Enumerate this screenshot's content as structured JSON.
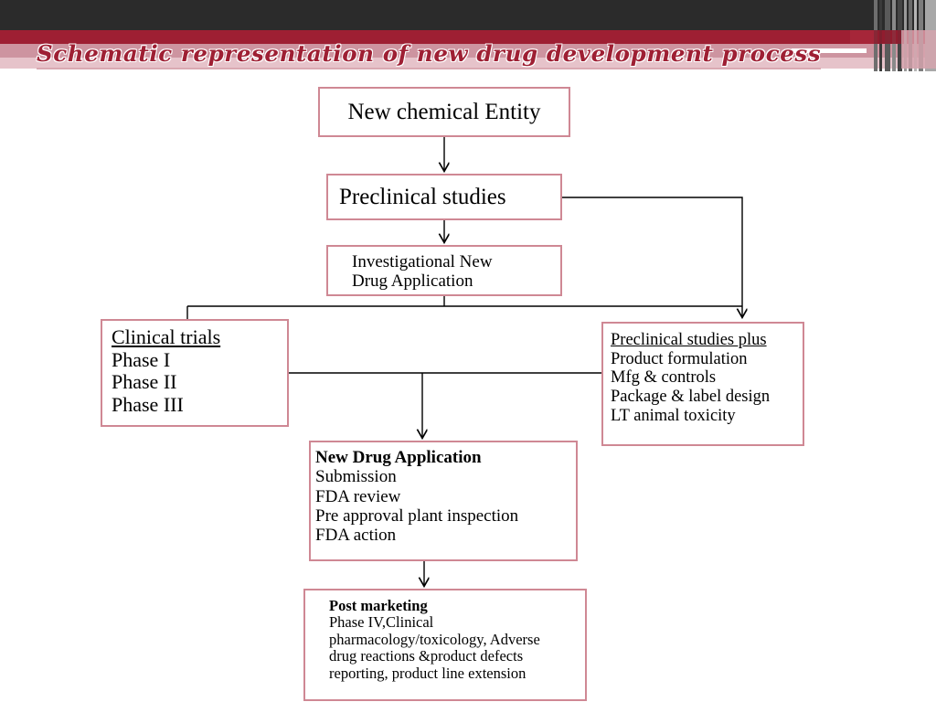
{
  "slide": {
    "title": "Schematic representation of new drug development process",
    "background_color": "#ffffff"
  },
  "theme": {
    "band_dark": "#2b2b2b",
    "band_maroon": "#9e1f33",
    "band_pink": "#cd94a0",
    "band_pink_light": "#e6c3ca",
    "title_color": "#9e1f33",
    "box_border": "#cf8894",
    "connector_color": "#000000"
  },
  "diagram": {
    "type": "flowchart",
    "nodes": [
      {
        "id": "new-chemical-entity",
        "title": "New chemical Entity",
        "title_style": "plain",
        "lines": []
      },
      {
        "id": "preclinical-studies",
        "title": "Preclinical studies",
        "title_style": "plain",
        "lines": []
      },
      {
        "id": "investigational-new-drug-application",
        "title": "Investigational New",
        "title_style": "plain",
        "lines": [
          "Drug Application"
        ]
      },
      {
        "id": "clinical-trials",
        "title": "Clinical trials",
        "title_style": "underline",
        "lines": [
          "Phase I",
          "Phase II",
          "Phase III"
        ]
      },
      {
        "id": "preclinical-studies-plus",
        "title": "Preclinical studies plus",
        "title_style": "underline",
        "lines": [
          "Product formulation",
          "Mfg & controls",
          "Package & label design",
          "LT animal toxicity"
        ]
      },
      {
        "id": "new-drug-application",
        "title": "New Drug Application",
        "title_style": "bold",
        "lines": [
          "Submission",
          "FDA review",
          "Pre approval plant inspection",
          "FDA action"
        ]
      },
      {
        "id": "post-marketing",
        "title": "Post marketing",
        "title_style": "bold",
        "lines": [
          "Phase IV,Clinical",
          "pharmacology/toxicology, Adverse",
          "drug reactions &product defects",
          "reporting, product line extension"
        ]
      }
    ],
    "edges": [
      {
        "from": "new-chemical-entity",
        "to": "preclinical-studies",
        "arrow": true
      },
      {
        "from": "preclinical-studies",
        "to": "investigational-new-drug-application",
        "arrow": true
      },
      {
        "from": "preclinical-studies",
        "to": "preclinical-studies-plus",
        "arrow": true
      },
      {
        "from": "investigational-new-drug-application",
        "to": "clinical-trials",
        "arrow": false
      },
      {
        "from": "investigational-new-drug-application",
        "to": "preclinical-studies-plus",
        "arrow": true
      },
      {
        "from": "clinical-trials",
        "to": "new-drug-application",
        "arrow": true
      },
      {
        "from": "preclinical-studies-plus",
        "to": "new-drug-application",
        "arrow": true
      },
      {
        "from": "new-drug-application",
        "to": "post-marketing",
        "arrow": true
      }
    ]
  }
}
